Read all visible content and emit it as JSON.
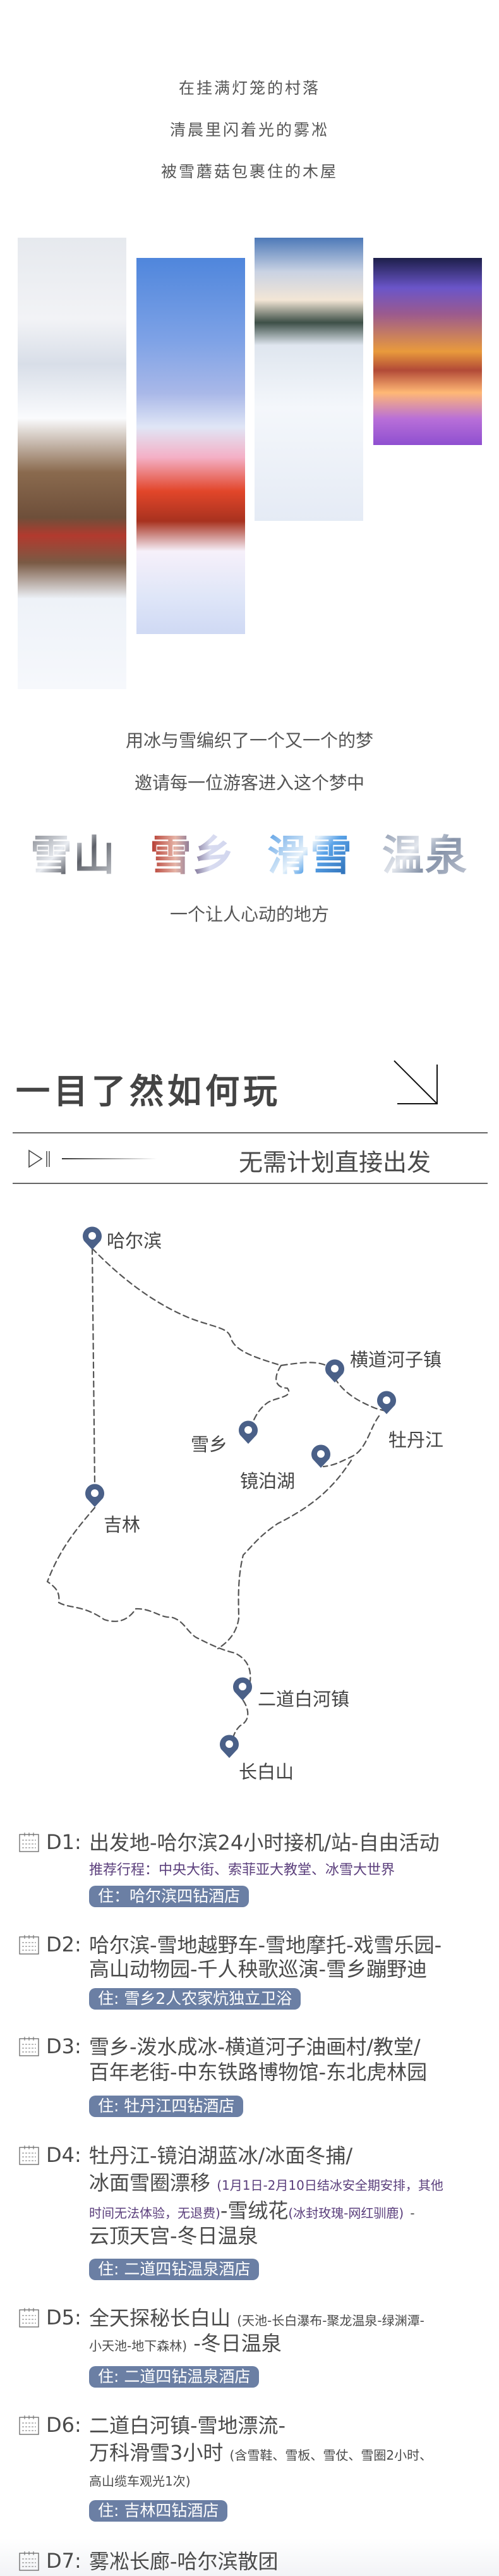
{
  "intro": {
    "lines": [
      "在挂满灯笼的村落",
      "清晨里闪着光的雾凇",
      "被雪蘑菇包裹住的木屋"
    ],
    "dream_lines": [
      "用冰与雪编织了一个又一个的梦",
      "邀请每一位游客进入这个梦中"
    ],
    "highlights": [
      "雪山",
      "雪乡",
      "滑雪",
      "温泉"
    ],
    "tagline": "一个让人心动的地方"
  },
  "section": {
    "title": "一目了然如何玩",
    "subtitle": "无需计划直接出发"
  },
  "map": {
    "pin_color": "#4a6088",
    "places": [
      "哈尔滨",
      "横道河子镇",
      "牡丹江",
      "雪乡",
      "镜泊湖",
      "吉林",
      "二道白河镇",
      "长白山"
    ]
  },
  "itinerary": {
    "badge_color": "#6b7fa4",
    "days": [
      {
        "label": "D1:",
        "lines": [
          "出发地-哈尔滨24小时接机/站-自由活动"
        ],
        "recommend": "推荐行程：中央大街、索菲亚大教堂、冰雪大世界",
        "stay": "住：哈尔滨四钻酒店"
      },
      {
        "label": "D2:",
        "lines": [
          "哈尔滨-雪地越野车-雪地摩托-戏雪乐园-",
          "高山动物园-千人秧歌巡演-雪乡蹦野迪"
        ],
        "stay": "住: 雪乡2人农家炕独立卫浴"
      },
      {
        "label": "D3:",
        "lines": [
          "雪乡-泼水成冰-横道河子油画村/教堂/",
          "百年老街-中东铁路博物馆-东北虎林园"
        ],
        "stay": "住: 牡丹江四钻酒店"
      },
      {
        "label": "D4:",
        "lines": [
          "牡丹江-镜泊湖蓝冰/冰面冬捕/",
          "冰面雪圈漂移",
          "-雪绒花",
          "-",
          "云顶天宫-冬日温泉"
        ],
        "notes": [
          "(1月1日-2月10日结冰安全期安排，其他",
          "时间无法体验，无退费)",
          "(冰封玫瑰-网红驯鹿)"
        ],
        "stay": "住: 二道四钻温泉酒店"
      },
      {
        "label": "D5:",
        "lines": [
          "全天探秘长白山",
          "-冬日温泉"
        ],
        "notes": [
          "(天池-长白瀑布-聚龙温泉-绿渊潭-",
          "小天池-地下森林)"
        ],
        "stay": "住: 二道四钻温泉酒店"
      },
      {
        "label": "D6:",
        "lines": [
          "二道白河镇-雪地漂流-",
          "万科滑雪3小时"
        ],
        "notes": [
          "(含雪鞋、雪板、雪仗、雪圈2小时、",
          "高山缆车观光1次)"
        ],
        "stay": "住: 吉林四钻酒店"
      },
      {
        "label": "D7:",
        "lines": [
          "雾凇长廊-哈尔滨散团"
        ]
      }
    ]
  }
}
